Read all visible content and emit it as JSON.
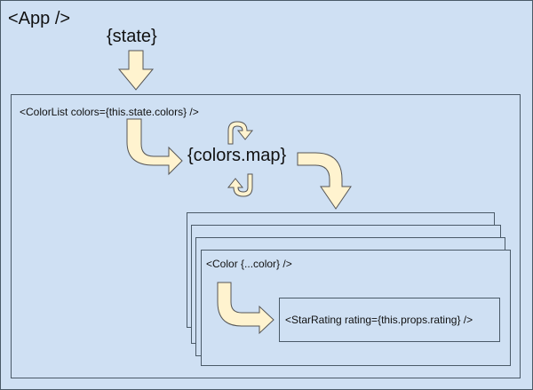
{
  "app": {
    "label": "<App />",
    "state_label": "{state}"
  },
  "color_list": {
    "label": "<ColorList colors={this.state.colors} />",
    "map_label": "{colors.map}"
  },
  "color": {
    "label": "<Color {...color} />"
  },
  "star_rating": {
    "label": "<StarRating rating={this.props.rating} />"
  },
  "colors": {
    "background": "#cfe0f3",
    "border": "#4a5a68",
    "arrow_fill": "#fff3cf",
    "arrow_stroke": "#555555"
  }
}
